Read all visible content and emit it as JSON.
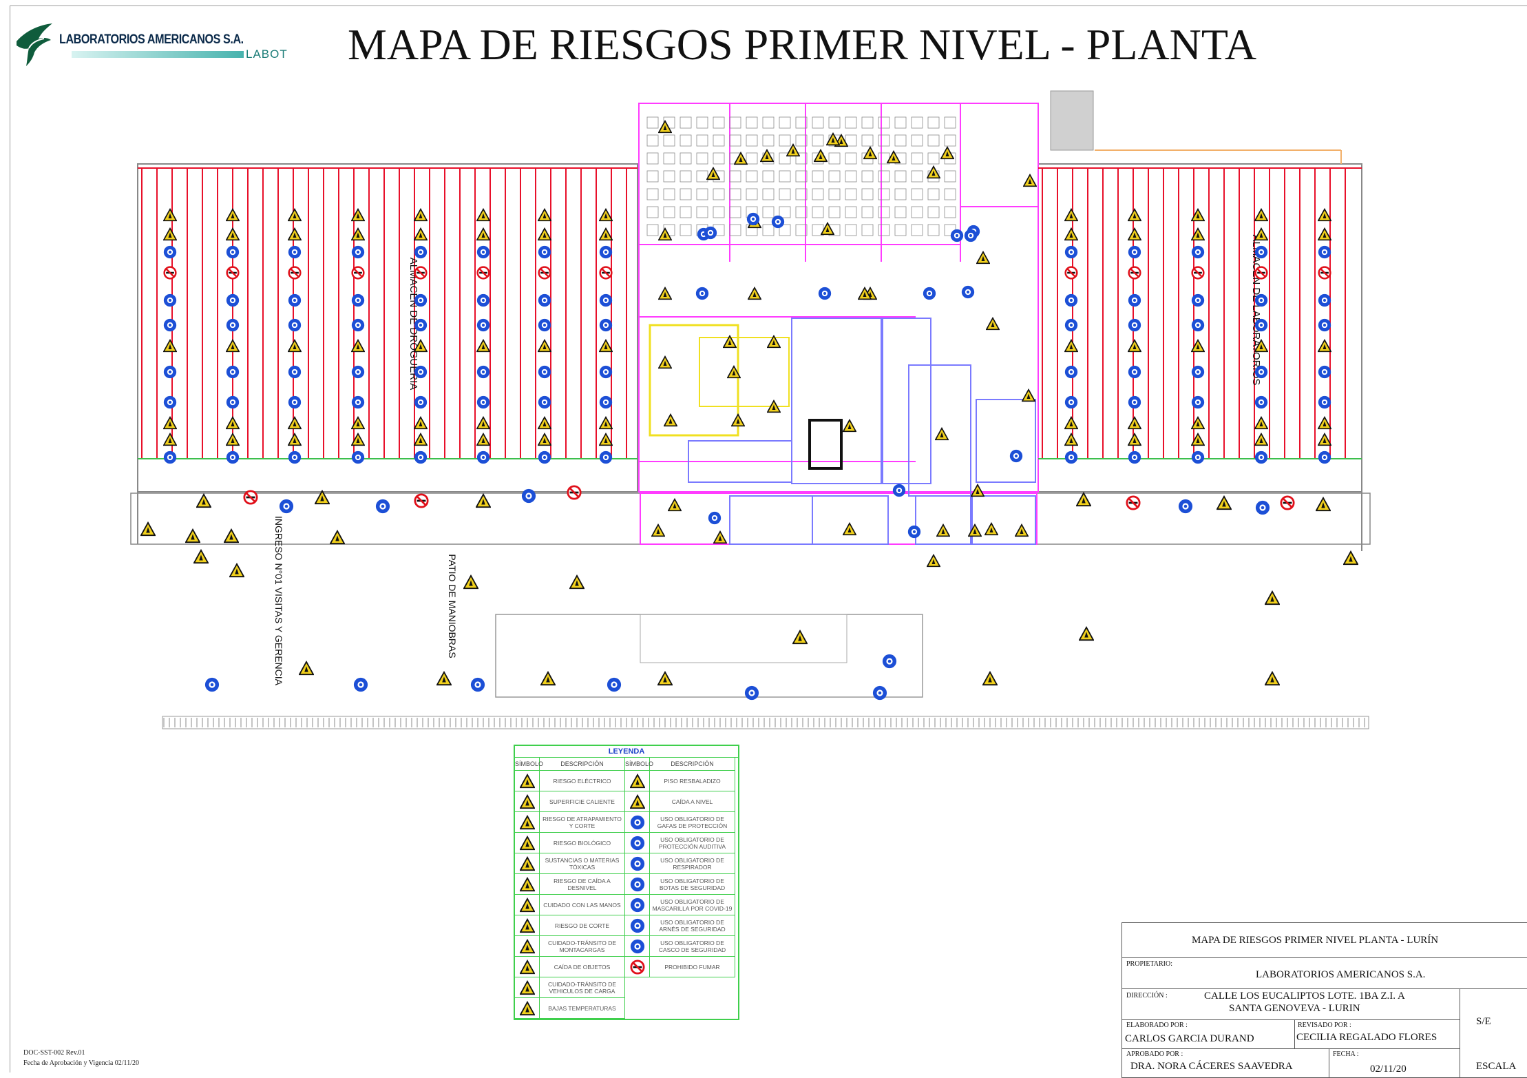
{
  "header": {
    "company_name": "LABORATORIOS AMERICANOS S.A.",
    "company_sub": "LABOT",
    "title": "MAPA DE RIESGOS PRIMER NIVEL - PLANTA"
  },
  "plan": {
    "labels": {
      "almacen_drogueria": "ALMACEN DE DROGUERIA",
      "almacen_laboratorios": "ALMACEN DE LABORATORIOS",
      "ingreso_visitas": "INGRESO N°01 VISITAS Y GERENCIA",
      "patio_maniobras": "PATIO DE MANIOBRAS"
    },
    "colors": {
      "racks": "#e8102a",
      "walls": "#7a7aff",
      "partitions": "#ff3cff",
      "beams": "#3cbf4c"
    }
  },
  "legend": {
    "title": "LEYENDA",
    "col_symbol": "SÍMBOLO",
    "col_description": "DESCRIPCIÓN",
    "left": [
      {
        "icon": "electric-risk-icon",
        "text": "RIESGO ELÉCTRICO"
      },
      {
        "icon": "hot-surface-icon",
        "text": "SUPERFICIE CALIENTE"
      },
      {
        "icon": "entrapment-cut-icon",
        "text": "RIESGO DE ATRAPAMIENTO Y CORTE"
      },
      {
        "icon": "biohazard-icon",
        "text": "RIESGO BIOLÓGICO"
      },
      {
        "icon": "toxic-icon",
        "text": "SUSTANCIAS O MATERIAS TÓXICAS"
      },
      {
        "icon": "fall-level-icon",
        "text": "RIESGO DE CAÍDA A DESNIVEL"
      },
      {
        "icon": "hand-care-icon",
        "text": "CUIDADO CON LAS MANOS"
      },
      {
        "icon": "cut-risk-icon",
        "text": "RIESGO DE CORTE"
      },
      {
        "icon": "forklift-icon",
        "text": "CUIDADO-TRÁNSITO DE MONTACARGAS"
      },
      {
        "icon": "falling-objects-icon",
        "text": "CAÍDA DE OBJETOS"
      },
      {
        "icon": "vehicle-transit-icon",
        "text": "CUIDADO-TRÁNSITO DE VEHICULOS DE CARGA"
      },
      {
        "icon": "low-temperature-icon",
        "text": "BAJAS TEMPERATURAS"
      }
    ],
    "right": [
      {
        "icon": "slippery-floor-icon",
        "text": "PISO RESBALADIZO"
      },
      {
        "icon": "same-level-fall-icon",
        "text": "CAÍDA A NIVEL"
      },
      {
        "icon": "goggles-icon",
        "text": "USO OBLIGATORIO DE GAFAS DE PROTECCIÓN"
      },
      {
        "icon": "ear-protection-icon",
        "text": "USO OBLIGATORIO DE PROTECCIÓN AUDITIVA"
      },
      {
        "icon": "respirator-icon",
        "text": "USO OBLIGATORIO DE RESPIRADOR"
      },
      {
        "icon": "safety-boots-icon",
        "text": "USO OBLIGATORIO DE BOTAS DE SEGURIDAD"
      },
      {
        "icon": "mask-icon",
        "text": "USO OBLIGATORIO DE MASCARILLA POR COVID-19"
      },
      {
        "icon": "harness-icon",
        "text": "USO OBLIGATORIO DE ARNÉS DE SEGURIDAD"
      },
      {
        "icon": "helmet-icon",
        "text": "USO OBLIGATORIO DE CASCO DE SEGURIDAD"
      },
      {
        "icon": "no-smoking-icon",
        "text": "PROHIBIDO FUMAR"
      }
    ]
  },
  "title_block": {
    "title": "MAPA DE RIESGOS PRIMER NIVEL PLANTA - LURÍN",
    "owner_label": "PROPIETARIO:",
    "owner": "LABORATORIOS AMERICANOS S.A.",
    "address_label": "DIRECCIÓN :",
    "address_1": "CALLE LOS EUCALIPTOS LOTE. 1BA Z.I. A",
    "address_2": "SANTA GENOVEVA - LURIN",
    "made_by_label": "ELABORADO POR :",
    "made_by": "CARLOS GARCIA DURAND",
    "reviewed_by_label": "REVISADO POR :",
    "reviewed_by": "CECILIA REGALADO FLORES",
    "approved_by_label": "APROBADO POR :",
    "approved_by": "DRA. NORA CÁCERES SAAVEDRA",
    "date_label": "FECHA :",
    "date": "02/11/20",
    "scale_value": "S/E",
    "scale_label": "ESCALA"
  },
  "document": {
    "code": "DOC-SST-002 Rev.01",
    "approval": "Fecha de Aprobación y Vigencia 02/11/20"
  }
}
